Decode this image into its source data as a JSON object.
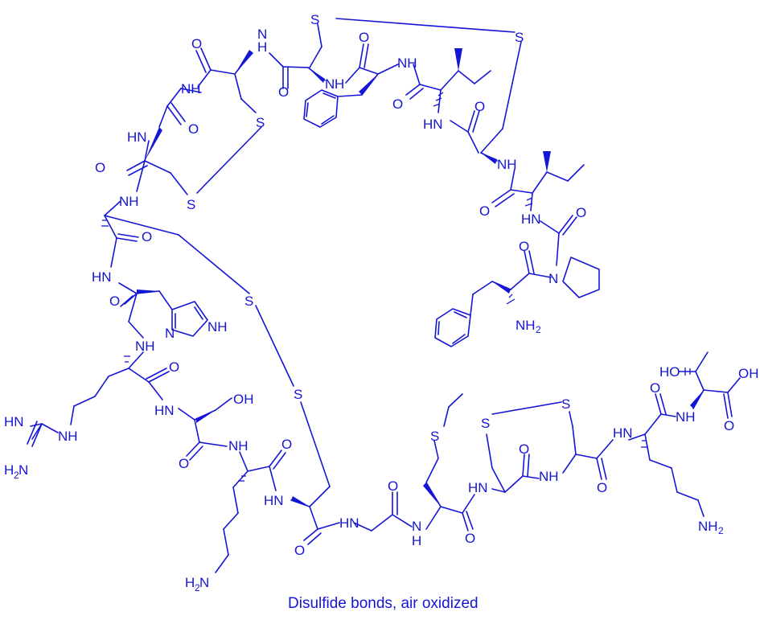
{
  "figure": {
    "caption": "Disulfide bonds, air oxidized",
    "color": "#1515d6"
  },
  "atom_labels": {
    "S": "S",
    "O": "O",
    "N": "N",
    "NH": "NH",
    "HN": "HN",
    "H": "H",
    "OH": "OH",
    "HO": "HO",
    "NH2": "NH",
    "H2N": "H",
    "HN_eq": "HN",
    "sub2": "2"
  }
}
